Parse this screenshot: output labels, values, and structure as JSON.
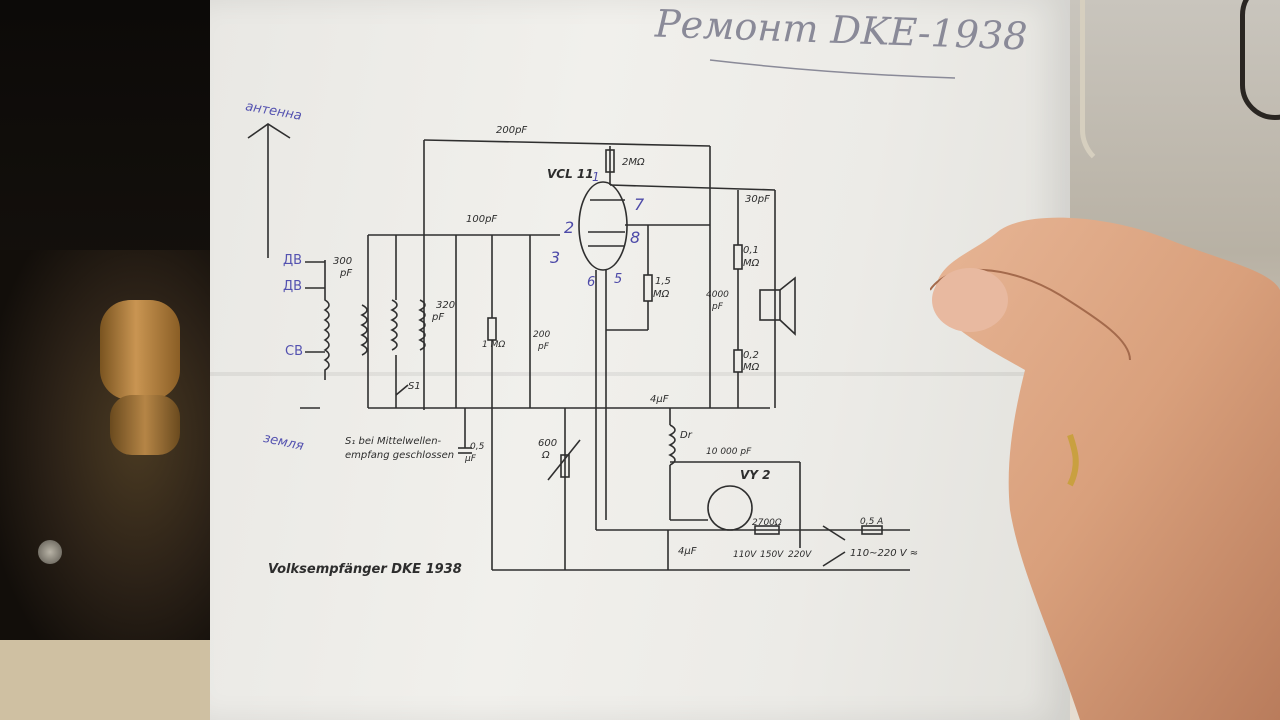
{
  "handwritten_title": "Ремонт DKE-1938",
  "antenna_label": "антенна",
  "ground_label": "земля",
  "band_labels": [
    "ДВ",
    "ДВ",
    "СВ"
  ],
  "caption": "Volksempfänger DKE 1938",
  "switch_note": [
    "S₁ bei Mittelwellen-",
    "empfang geschlossen"
  ],
  "tube_labels": [
    "VCL 11",
    "VY 2"
  ],
  "pin_numbers": [
    "1",
    "2",
    "3",
    "5",
    "6",
    "7",
    "8"
  ],
  "component_values": {
    "c_trim": "200pF",
    "r_2m": "2MΩ",
    "c_30p": "30pF",
    "c_100p": "100pF",
    "c_300p": "300",
    "c_300p_unit": "pF",
    "r_01m": "0,1",
    "r_01m_unit": "MΩ",
    "c_320": "320",
    "c_320_unit": "pF",
    "r_15m": "1,5",
    "r_15m_unit": "MΩ",
    "c_4000": "4000",
    "c_4000_unit": "pF",
    "r_1m": "1 MΩ",
    "c_200p": "200",
    "c_200p_unit": "pF",
    "r_02m": "0,2",
    "r_02m_unit": "MΩ",
    "s1": "S1",
    "c_4u": "4μF",
    "dr": "Dr",
    "c_05u": "0,5",
    "c_05u_unit": "μF",
    "r_600": "600",
    "r_600_unit": "Ω",
    "c_10000": "10 000 pF",
    "r_2700": "2700Ω",
    "c_4u_2": "4μF",
    "fuse": "0,5 A",
    "v110": "110V",
    "v150": "150V",
    "v220": "220V",
    "mains": "110~220 V ≈"
  },
  "colors": {
    "paper": "#eeede9",
    "ink": "#2d2d2d",
    "pen_blue": "#5452b0",
    "pencil": "#8a8a98",
    "skin": "#d9a27e"
  }
}
